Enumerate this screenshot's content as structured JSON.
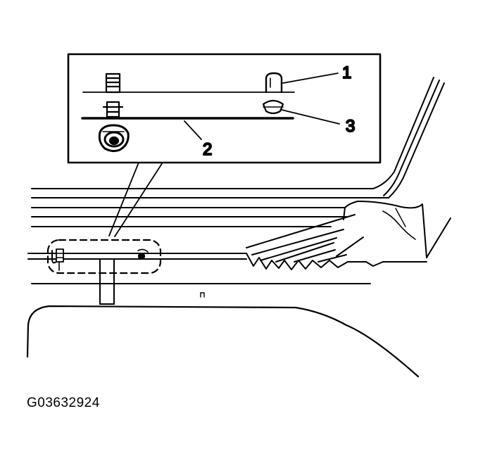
{
  "callouts": {
    "c1": "1",
    "c2": "2",
    "c3": "3"
  },
  "figure_code": "G03632924",
  "colors": {
    "ink": "#000000",
    "paper": "#ffffff"
  }
}
